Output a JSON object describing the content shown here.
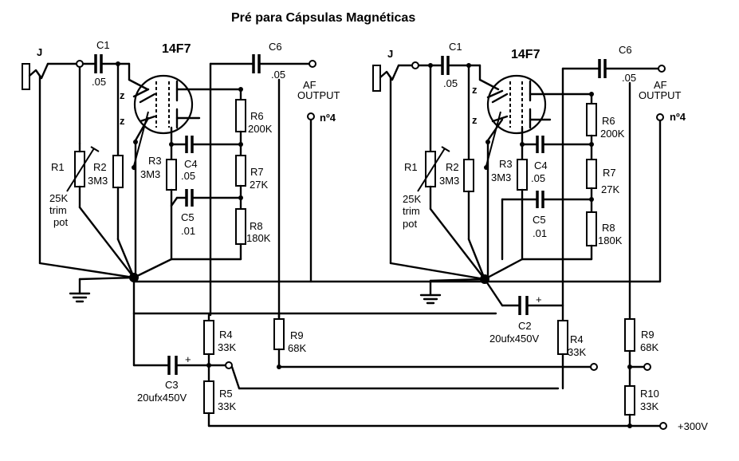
{
  "title": "Pré para Cápsulas Magnéticas",
  "channels": [
    {
      "jack": "J",
      "tube": "14F7",
      "c1": {
        "name": "C1",
        "value": ".05"
      },
      "c6": {
        "name": "C6",
        "value": ".05"
      },
      "c4": {
        "name": "C4",
        "value": ".05"
      },
      "c5": {
        "name": "C5",
        "value": ".01"
      },
      "r1": {
        "name": "R1",
        "value": "25K",
        "extra1": "trim",
        "extra2": "pot"
      },
      "r2": {
        "name": "R2",
        "value": "3M3"
      },
      "r3": {
        "name": "R3",
        "value": "3M3"
      },
      "r6": {
        "name": "R6",
        "value": "200K"
      },
      "r7": {
        "name": "R7",
        "value": "27K"
      },
      "r8": {
        "name": "R8",
        "value": "180K"
      },
      "r4": {
        "name": "R4",
        "value": "33K"
      },
      "r9": {
        "name": "R9",
        "value": "68K"
      },
      "out1": "AF",
      "out2": "OUTPUT",
      "no4": "nº4",
      "z": "z"
    },
    {
      "jack": "J",
      "tube": "14F7",
      "c1": {
        "name": "C1",
        "value": ".05"
      },
      "c6": {
        "name": "C6",
        "value": ".05"
      },
      "c4": {
        "name": "C4",
        "value": ".05"
      },
      "c5": {
        "name": "C5",
        "value": ".01"
      },
      "r1": {
        "name": "R1",
        "value": "25K",
        "extra1": "trim",
        "extra2": "pot"
      },
      "r2": {
        "name": "R2",
        "value": "3M3"
      },
      "r3": {
        "name": "R3",
        "value": "3M3"
      },
      "r6": {
        "name": "R6",
        "value": "200K"
      },
      "r7": {
        "name": "R7",
        "value": "27K"
      },
      "r8": {
        "name": "R8",
        "value": "180K"
      },
      "r4": {
        "name": "R4",
        "value": "33K"
      },
      "r9": {
        "name": "R9",
        "value": "68K"
      },
      "out1": "AF",
      "out2": "OUTPUT",
      "no4": "nº4",
      "z": "z"
    }
  ],
  "supply": {
    "c3": {
      "name": "C3",
      "value": "20ufx450V"
    },
    "r5": {
      "name": "R5",
      "value": "33K"
    },
    "c2": {
      "name": "C2",
      "value": "20ufx450V"
    },
    "r10": {
      "name": "R10",
      "value": "33K"
    },
    "b_plus": "+300V",
    "plus": "+"
  }
}
